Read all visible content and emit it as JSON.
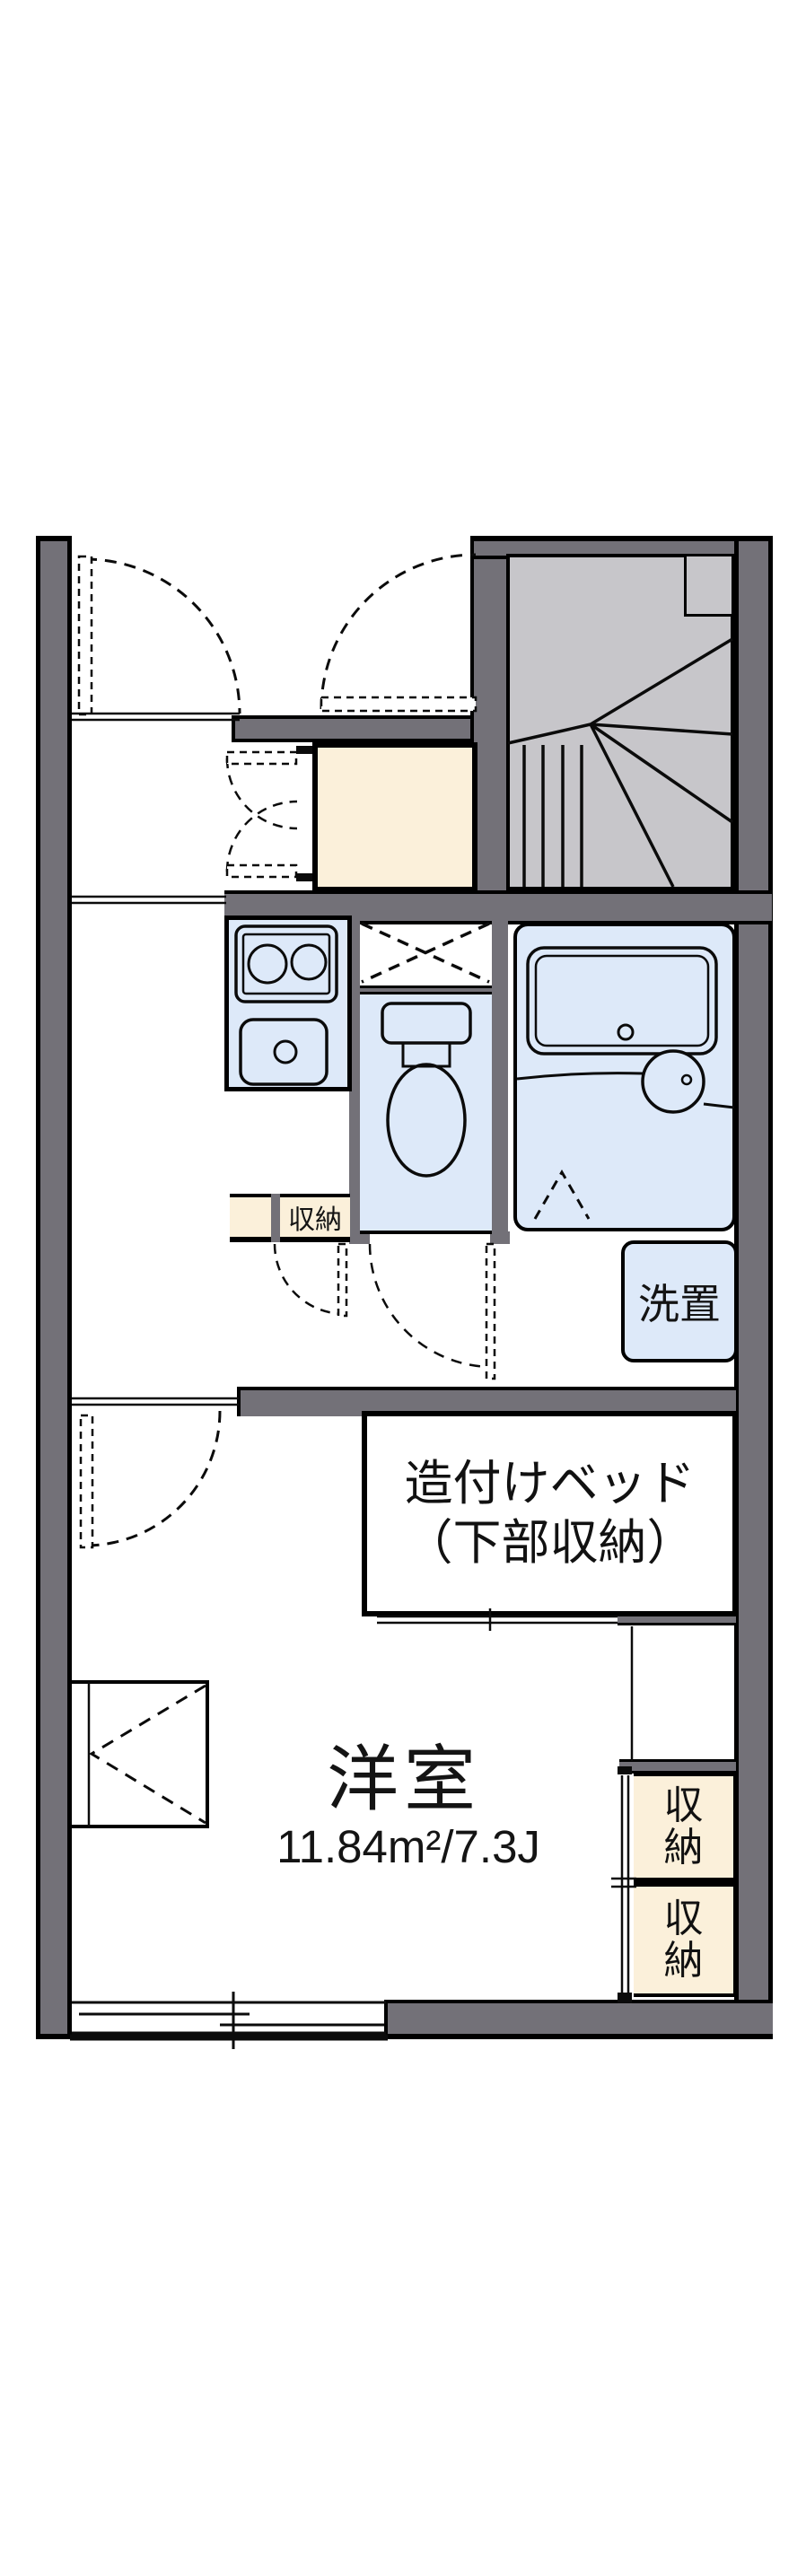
{
  "labels": {
    "main_room": "洋室",
    "main_area": "11.84m²/7.3J",
    "bed_line1": "造付けベッド",
    "bed_line2": "（下部収納）",
    "washer": "洗置",
    "storage_hall": "収納",
    "storage_upper": "収納",
    "storage_lower": "収納"
  },
  "colors": {
    "wall_gray": "#737178",
    "stair_gray": "#c7c6ca",
    "wet_area_blue": "#dde9f9",
    "storage_cream": "#fbf0da",
    "line_black": "#0b0b0b",
    "background": "#ffffff"
  },
  "fixtures": {
    "stairs": "winder-staircase",
    "kitchen": "two-burner-stove-and-sink",
    "refrigerator_space": "dashed-x-box",
    "toilet": "toilet-tank-and-bowl",
    "bath": "bathtub-and-washbasin",
    "windows": "sliding-window-bottom-wall",
    "doors": "dashed-swing-doors"
  }
}
